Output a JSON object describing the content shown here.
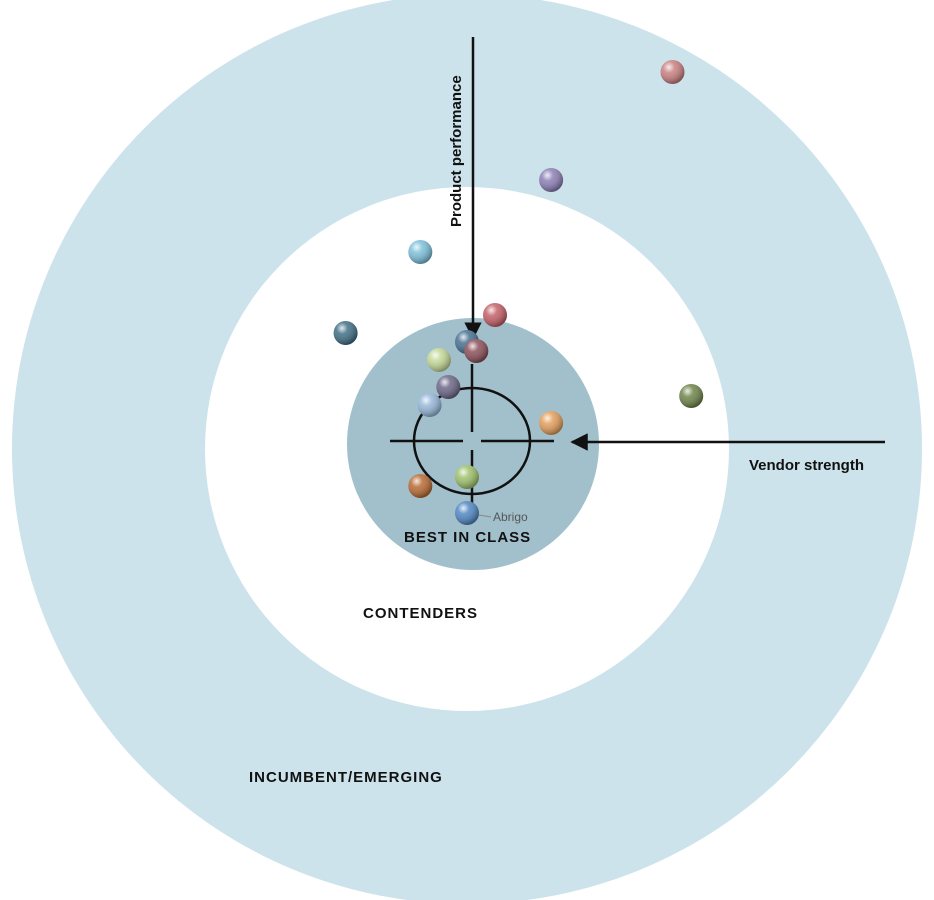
{
  "chart_data": {
    "type": "scatter",
    "title": "",
    "xlabel": "Vendor strength",
    "ylabel": "Product performance",
    "zones": [
      {
        "label": "INCUMBENT/EMERGING",
        "color": "#cce3ec"
      },
      {
        "label": "CONTENDERS",
        "color": "#ffffff"
      },
      {
        "label": "BEST IN CLASS",
        "color": "#a2c0cc"
      }
    ],
    "xlim": [
      0,
      100
    ],
    "ylim": [
      0,
      100
    ],
    "points": [
      {
        "x": 28,
        "y": 92,
        "color": "#c97f80",
        "label": ""
      },
      {
        "x": 41,
        "y": 80,
        "color": "#8c7fb5",
        "label": ""
      },
      {
        "x": 55,
        "y": 72,
        "color": "#7cc0da",
        "label": ""
      },
      {
        "x": 63,
        "y": 63,
        "color": "#3f6e85",
        "label": ""
      },
      {
        "x": 47,
        "y": 65,
        "color": "#c45f67",
        "label": ""
      },
      {
        "x": 50,
        "y": 62,
        "color": "#46708f",
        "label": ""
      },
      {
        "x": 49,
        "y": 61,
        "color": "#8a4f59",
        "label": ""
      },
      {
        "x": 53,
        "y": 60,
        "color": "#c3d897",
        "label": ""
      },
      {
        "x": 26,
        "y": 56,
        "color": "#6f8449",
        "label": ""
      },
      {
        "x": 52,
        "y": 57,
        "color": "#6b6587",
        "label": ""
      },
      {
        "x": 54,
        "y": 55,
        "color": "#96b7d9",
        "label": ""
      },
      {
        "x": 41,
        "y": 53,
        "color": "#e29e5b",
        "label": ""
      },
      {
        "x": 50,
        "y": 47,
        "color": "#9ec16b",
        "label": ""
      },
      {
        "x": 55,
        "y": 46,
        "color": "#b86a33",
        "label": ""
      },
      {
        "x": 50,
        "y": 43,
        "color": "#4f86c2",
        "label": "Abrigo"
      }
    ]
  }
}
